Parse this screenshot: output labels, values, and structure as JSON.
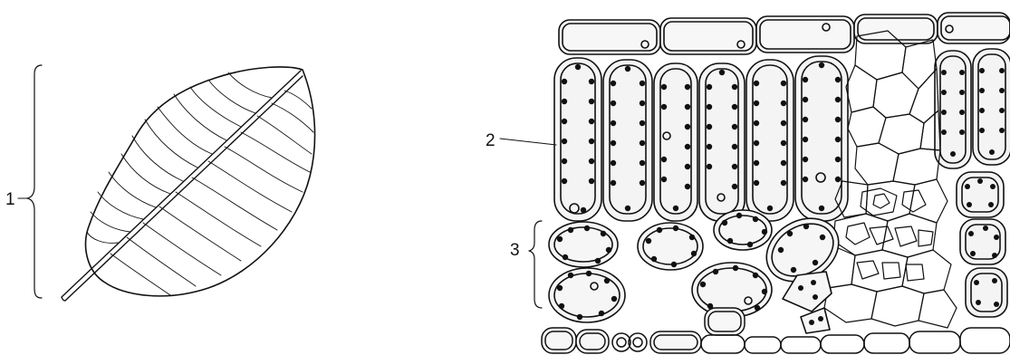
{
  "labels": {
    "leaf": "1",
    "palisade": "2",
    "spongy": "3"
  }
}
